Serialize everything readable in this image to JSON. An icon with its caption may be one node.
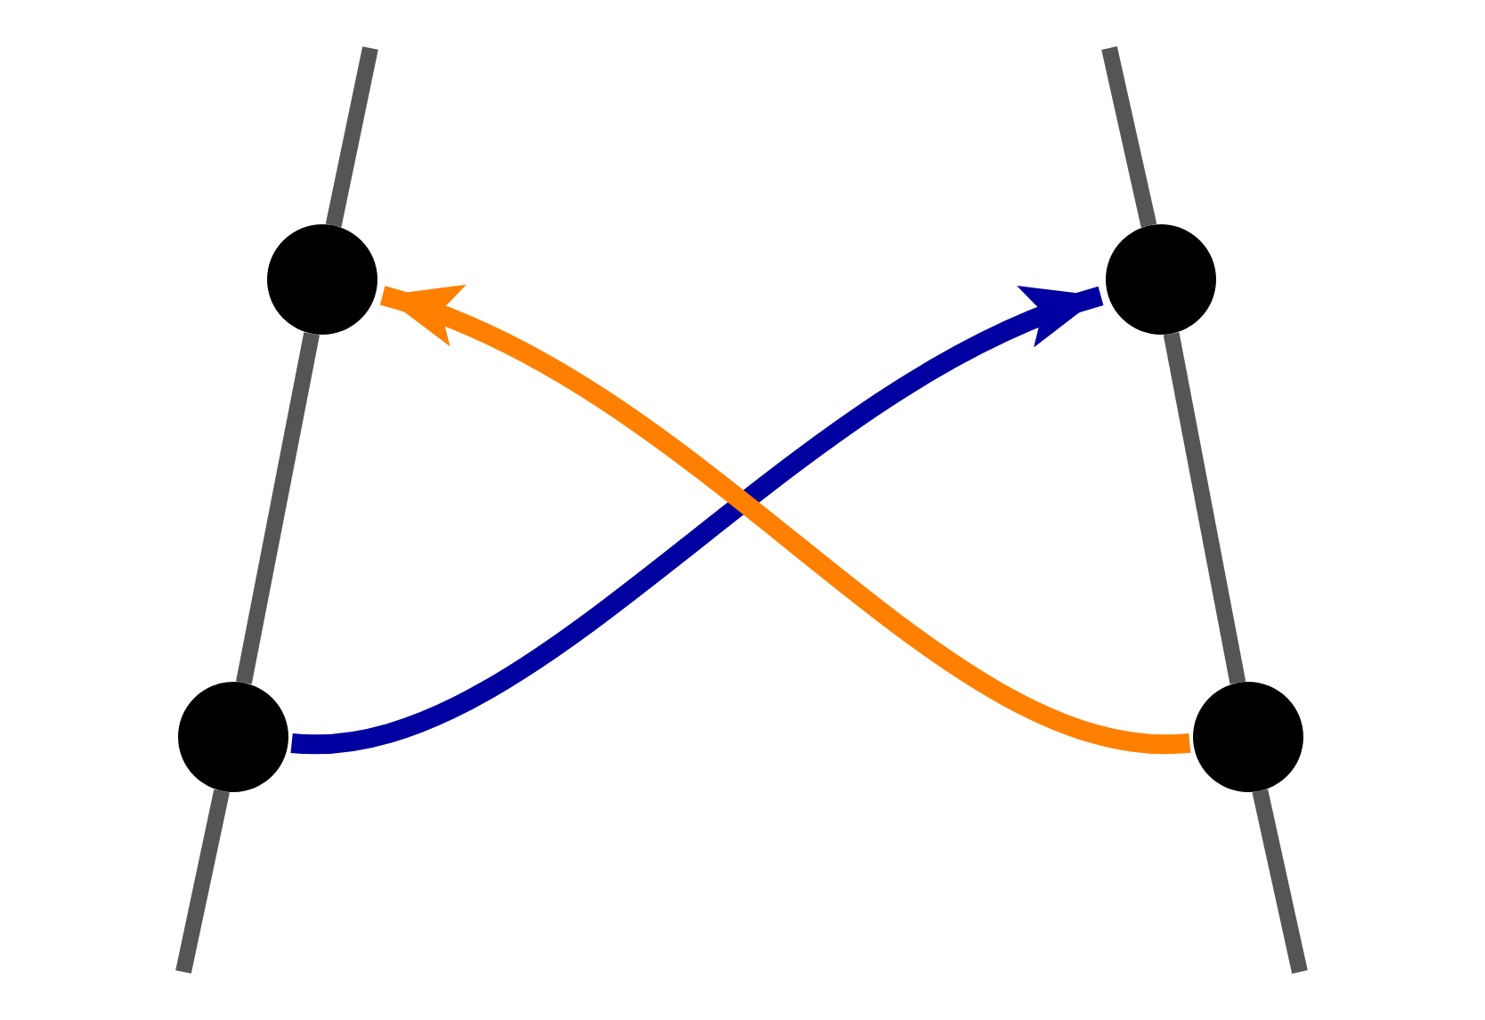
{
  "diagram": {
    "nodes": [
      {
        "text": [],
        "shape": "circle"
      },
      {
        "text": [],
        "shape": "circle"
      },
      {
        "text": [],
        "shape": "circle"
      },
      {
        "text": [],
        "shape": "circle"
      }
    ],
    "edges": [
      {
        "from": 2,
        "to": 1,
        "arrow": "to",
        "color": "#0000a0"
      },
      {
        "from": 3,
        "to": 0,
        "arrow": "to",
        "color": "#ff8000"
      },
      {
        "from": 0,
        "to": 2,
        "arrow": "none",
        "color": "#555555"
      },
      {
        "from": 1,
        "to": 3,
        "arrow": "none",
        "color": "#555555"
      }
    ]
  }
}
